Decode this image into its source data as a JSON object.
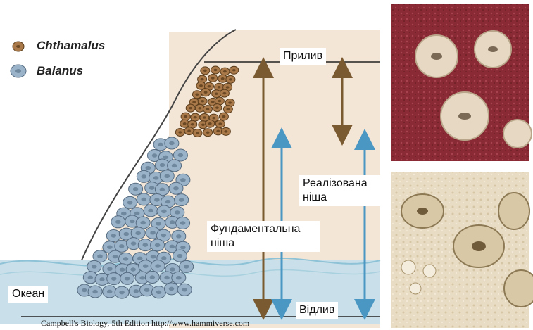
{
  "legend": [
    {
      "name": "Chthamalus",
      "icon": "chthamalus-barnacle-icon",
      "color": "#a9794a"
    },
    {
      "name": "Balanus",
      "icon": "balanus-barnacle-icon",
      "color": "#9bb3c9"
    }
  ],
  "labels": {
    "high_tide": "Прилив",
    "low_tide": "Відлив",
    "ocean": "Океан",
    "realized_niche": "Реалізована ніша",
    "fundamental_niche": "Фундаментальна ніша"
  },
  "credit": "Campbell's Biology, 5th Edition http://www.hammiverse.com",
  "colors": {
    "brown_arrow": "#7a5a30",
    "blue_arrow": "#4a97c4",
    "sand": "#f3e6d6",
    "water": "#c9e0ea",
    "chthamalus_fill": "#a9794a",
    "balanus_fill": "#9bb3c9",
    "rock_photo": "#8a2a35",
    "shell_photo": "#e8dcc4"
  }
}
